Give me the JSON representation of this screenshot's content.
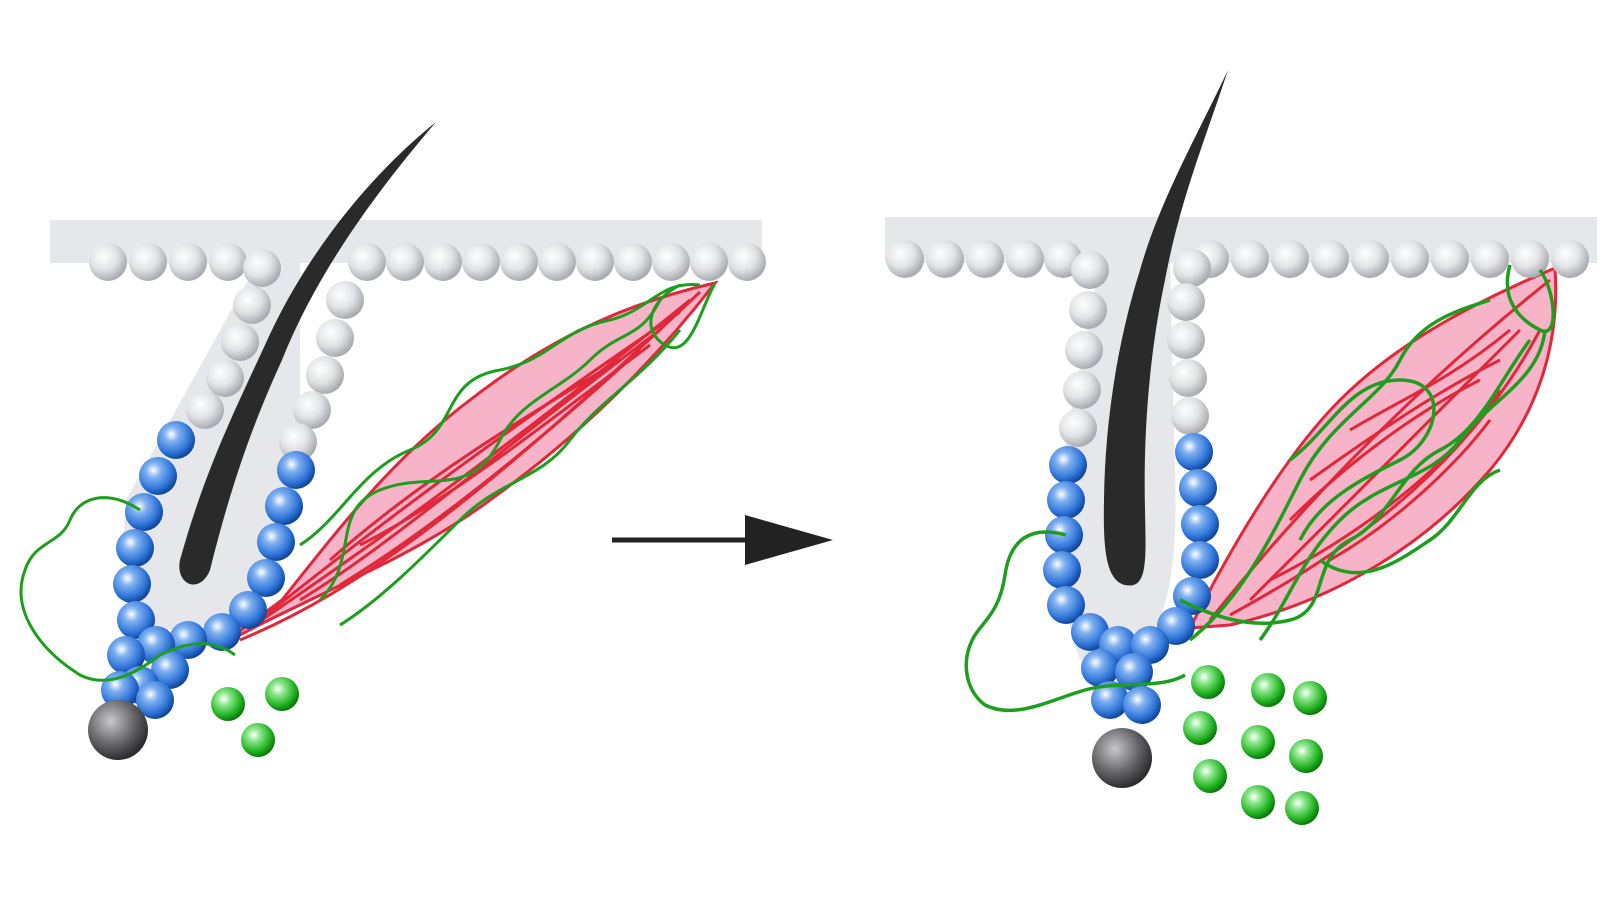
{
  "diagram": {
    "panels": [
      {
        "id": "before",
        "muscle_size": "small",
        "niche_cell_count": 3
      },
      {
        "id": "after",
        "muscle_size": "large",
        "niche_cell_count": 9
      }
    ],
    "arrow": {
      "direction": "right"
    },
    "colors": {
      "skin_band": "#e6e7eb",
      "skin_cell": "#d6d7da",
      "stem_cell": "#2f74d8",
      "niche_cell": "#22b222",
      "nerve": "#1e9e1e",
      "muscle_fill": "#f7b3c8",
      "muscle_fiber": "#e0283a",
      "hair": "#2b2a2a",
      "papilla": "#555559",
      "arrow": "#222222"
    }
  }
}
